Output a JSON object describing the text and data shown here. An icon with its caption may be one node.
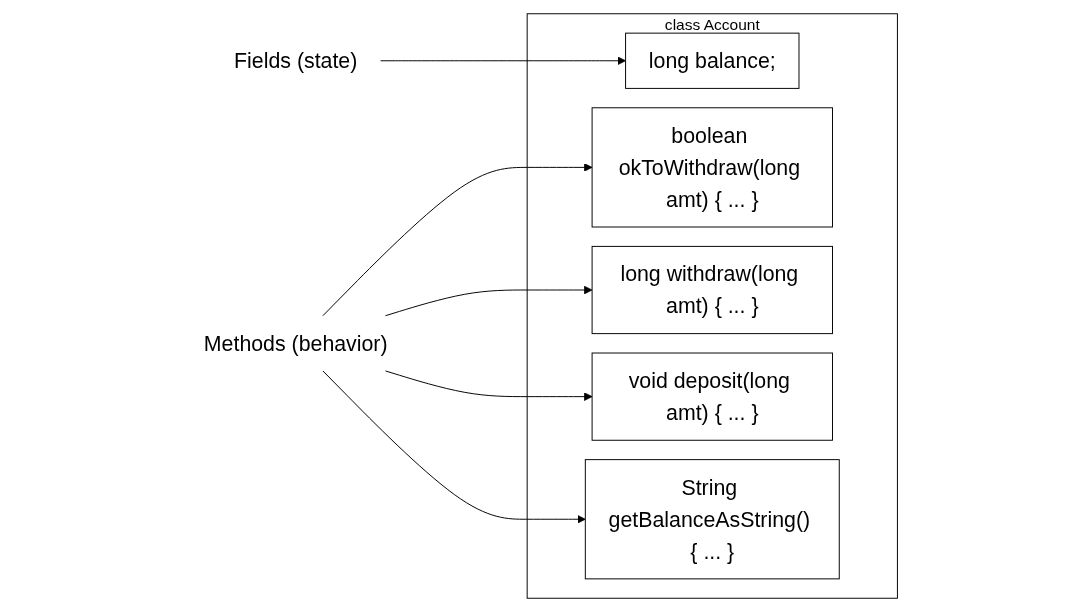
{
  "diagram": {
    "nodes": [
      {
        "text": [
          "class Account"
        ]
      },
      {
        "text": [
          "long balance;"
        ],
        "in": 0
      },
      {
        "text": [
          "boolean okToWithdraw(long amt) { ... }"
        ],
        "in": 0
      },
      {
        "text": [
          "long withdraw(long amt) { ... }"
        ],
        "in": 0
      },
      {
        "text": [
          "void deposit(long amt) { ... }"
        ],
        "in": 0
      },
      {
        "text": [
          "String getBalanceAsString() { ... }"
        ],
        "in": 0
      },
      {
        "text": [
          "Fields (state)"
        ]
      },
      {
        "text": [
          "Methods (behavior)"
        ]
      }
    ],
    "edges": [
      {
        "from": 6,
        "to": 1,
        "arrow": "to"
      },
      {
        "from": 7,
        "to": 2,
        "arrow": "to"
      },
      {
        "from": 7,
        "to": 3,
        "arrow": "to"
      },
      {
        "from": 7,
        "to": 4,
        "arrow": "to"
      },
      {
        "from": 7,
        "to": 5,
        "arrow": "to"
      }
    ]
  }
}
